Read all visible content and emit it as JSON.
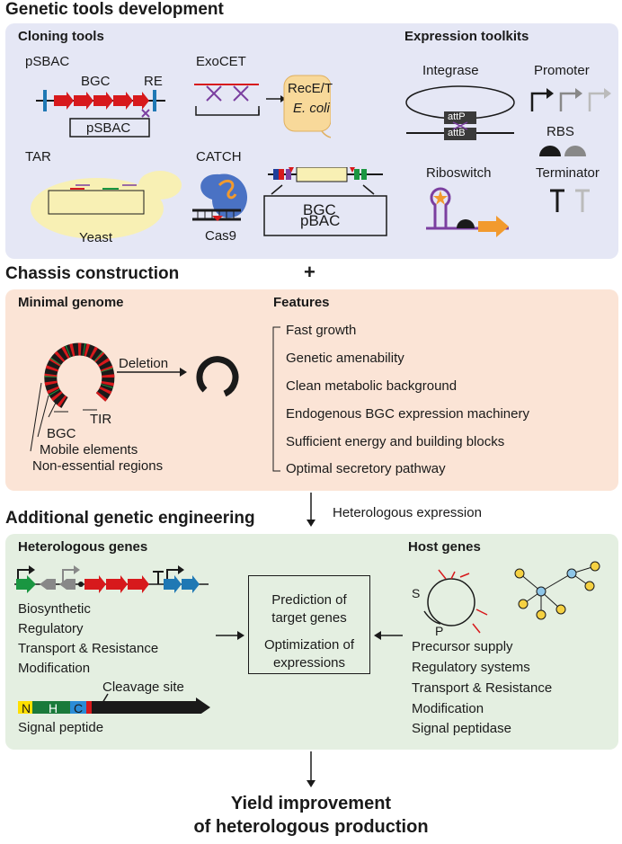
{
  "sections": {
    "genetic_tools": {
      "title": "Genetic tools development",
      "cloning": {
        "title": "Cloning tools",
        "psbac": {
          "label": "pSBAC",
          "bgc": "BGC",
          "re": "RE",
          "vector": "pSBAC"
        },
        "exocet": {
          "label": "ExoCET",
          "rec": "RecE/T",
          "host": "E. coli"
        },
        "tar": {
          "label": "TAR",
          "yeast": "Yeast"
        },
        "catch": {
          "label": "CATCH",
          "bgc": "BGC",
          "pbac": "pBAC",
          "cas9": "Cas9"
        }
      },
      "expression": {
        "title": "Expression toolkits",
        "integrase": {
          "label": "Integrase",
          "attp": "attP",
          "attb": "attB"
        },
        "promoter": "Promoter",
        "rbs": "RBS",
        "riboswitch": "Riboswitch",
        "terminator": "Terminator"
      }
    },
    "plus": "+",
    "chassis": {
      "title": "Chassis construction",
      "minimal_genome": {
        "title": "Minimal genome",
        "deletion": "Deletion",
        "tir": "TIR",
        "bgc": "BGC",
        "mobile": "Mobile elements",
        "nonessential": "Non-essential regions"
      },
      "features": {
        "title": "Features",
        "items": [
          "Fast growth",
          "Genetic amenability",
          "Clean metabolic background",
          "Endogenous BGC expression machinery",
          "Sufficient energy and building blocks",
          "Optimal secretory pathway"
        ]
      }
    },
    "additional": {
      "title": "Additional genetic engineering",
      "heterologous_expression": "Heterologous expression",
      "heterologous_genes": {
        "title": "Heterologous genes",
        "items": [
          "Biosynthetic",
          "Regulatory",
          "Transport & Resistance",
          "Modification"
        ],
        "cleavage_site": "Cleavage site",
        "signal_peptide": "Signal peptide",
        "n": "N",
        "h": "H",
        "c": "C"
      },
      "prediction": {
        "line1": "Prediction of",
        "line2": "target genes",
        "line3": "Optimization of",
        "line4": "expressions"
      },
      "host_genes": {
        "title": "Host genes",
        "s": "S",
        "p": "P",
        "items": [
          "Precursor supply",
          "Regulatory systems",
          "Transport & Resistance",
          "Modification",
          "Signal peptidase"
        ]
      }
    },
    "result": {
      "line1": "Yield improvement",
      "line2": "of heterologous production"
    }
  },
  "colors": {
    "tools_panel": "#e5e7f5",
    "chassis_panel": "#fbe4d6",
    "engineering_panel": "#e4efe1",
    "gene_red": "#d7191c",
    "gene_green": "#1a9641",
    "gene_blue": "#1f78b4",
    "yeast": "#f8f0b4",
    "signal_n": "#ffe000",
    "signal_h": "#1a7a3a",
    "signal_c": "#2b8cd6"
  }
}
